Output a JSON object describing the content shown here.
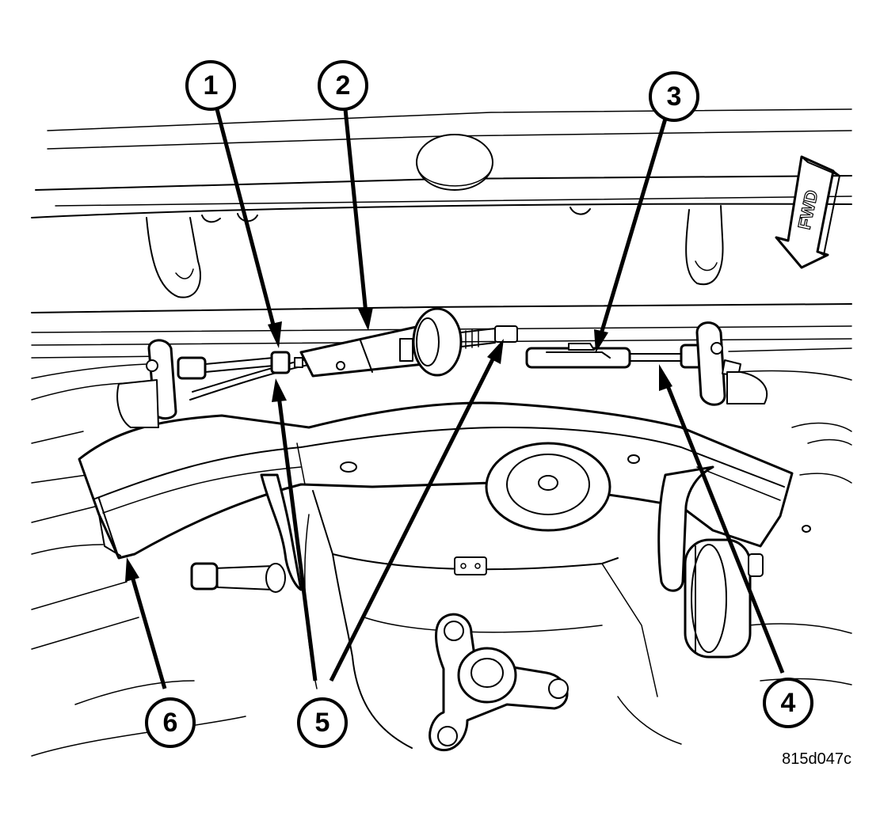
{
  "figure": {
    "code": "815d047c",
    "direction_label": "FWD"
  },
  "callouts": [
    {
      "id": "c1",
      "label": "1"
    },
    {
      "id": "c2",
      "label": "2"
    },
    {
      "id": "c3",
      "label": "3"
    },
    {
      "id": "c4",
      "label": "4"
    },
    {
      "id": "c5",
      "label": "5"
    },
    {
      "id": "c6",
      "label": "6"
    }
  ],
  "colors": {
    "ink": "#000000",
    "paper": "#ffffff"
  }
}
